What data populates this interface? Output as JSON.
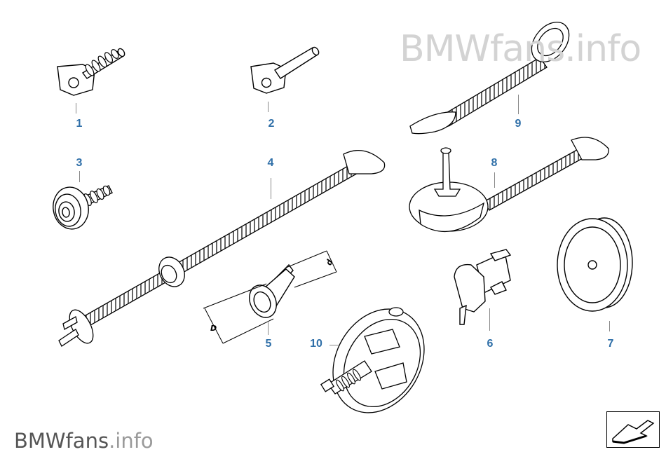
{
  "watermark": {
    "top_brand": "BMWfans",
    "top_suffix": ".info",
    "bottom_brand": "BMWfans",
    "bottom_suffix": ".info"
  },
  "callouts": [
    {
      "id": "1",
      "label": "1"
    },
    {
      "id": "2",
      "label": "2"
    },
    {
      "id": "3",
      "label": "3"
    },
    {
      "id": "4",
      "label": "4"
    },
    {
      "id": "5",
      "label": "5"
    },
    {
      "id": "6",
      "label": "6"
    },
    {
      "id": "7",
      "label": "7"
    },
    {
      "id": "8",
      "label": "8"
    },
    {
      "id": "9",
      "label": "9"
    },
    {
      "id": "10",
      "label": "10"
    }
  ],
  "dimensions": {
    "small_d": "d",
    "large_d": "D"
  },
  "nav": {
    "icon": "arrow-return-icon"
  },
  "colors": {
    "callout": "#2f6fa8",
    "watermark": "#d3d3d3",
    "line": "#000000"
  }
}
